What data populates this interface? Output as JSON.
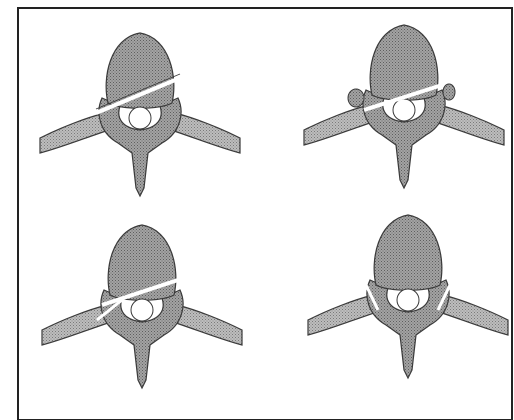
{
  "figure": {
    "panel_count": 4,
    "panels": [
      {
        "name": "top-left",
        "description_hidden": true
      },
      {
        "name": "top-right",
        "description_hidden": true
      },
      {
        "name": "bottom-left",
        "description_hidden": true
      },
      {
        "name": "bottom-right",
        "description_hidden": true
      }
    ],
    "colors": {
      "background": "#ffffff",
      "frame": "#222222",
      "stipple_fill": "#9a9a9a",
      "stipple_dot": "#5a5a5a",
      "outline": "#3a3a3a",
      "canal": "#ffffff",
      "fracture_line": "#ffffff"
    }
  }
}
